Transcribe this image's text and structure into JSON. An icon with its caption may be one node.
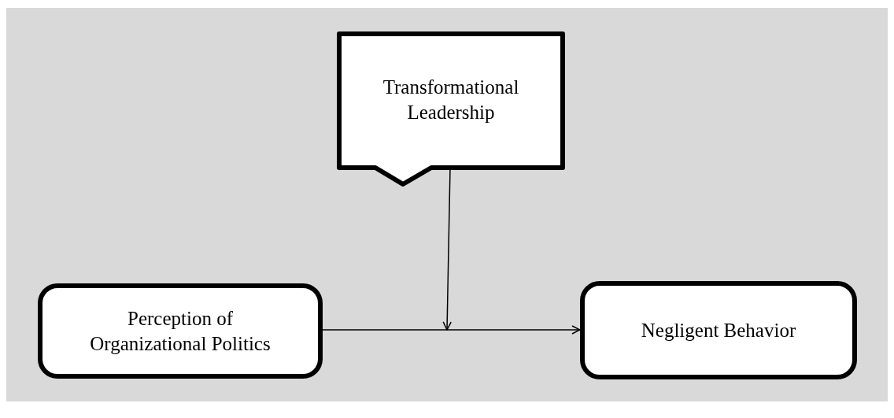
{
  "diagram": {
    "nodes": [
      {
        "text": [
          "Transformational Leadership"
        ]
      },
      {
        "text": [
          "Perception of Organizational Politics"
        ]
      },
      {
        "text": [
          "Negligent Behavior"
        ]
      }
    ],
    "edges": [
      {
        "from": 0,
        "to": null,
        "arrow": "to"
      },
      {
        "from": 1,
        "to": 2,
        "arrow": "to"
      }
    ]
  }
}
